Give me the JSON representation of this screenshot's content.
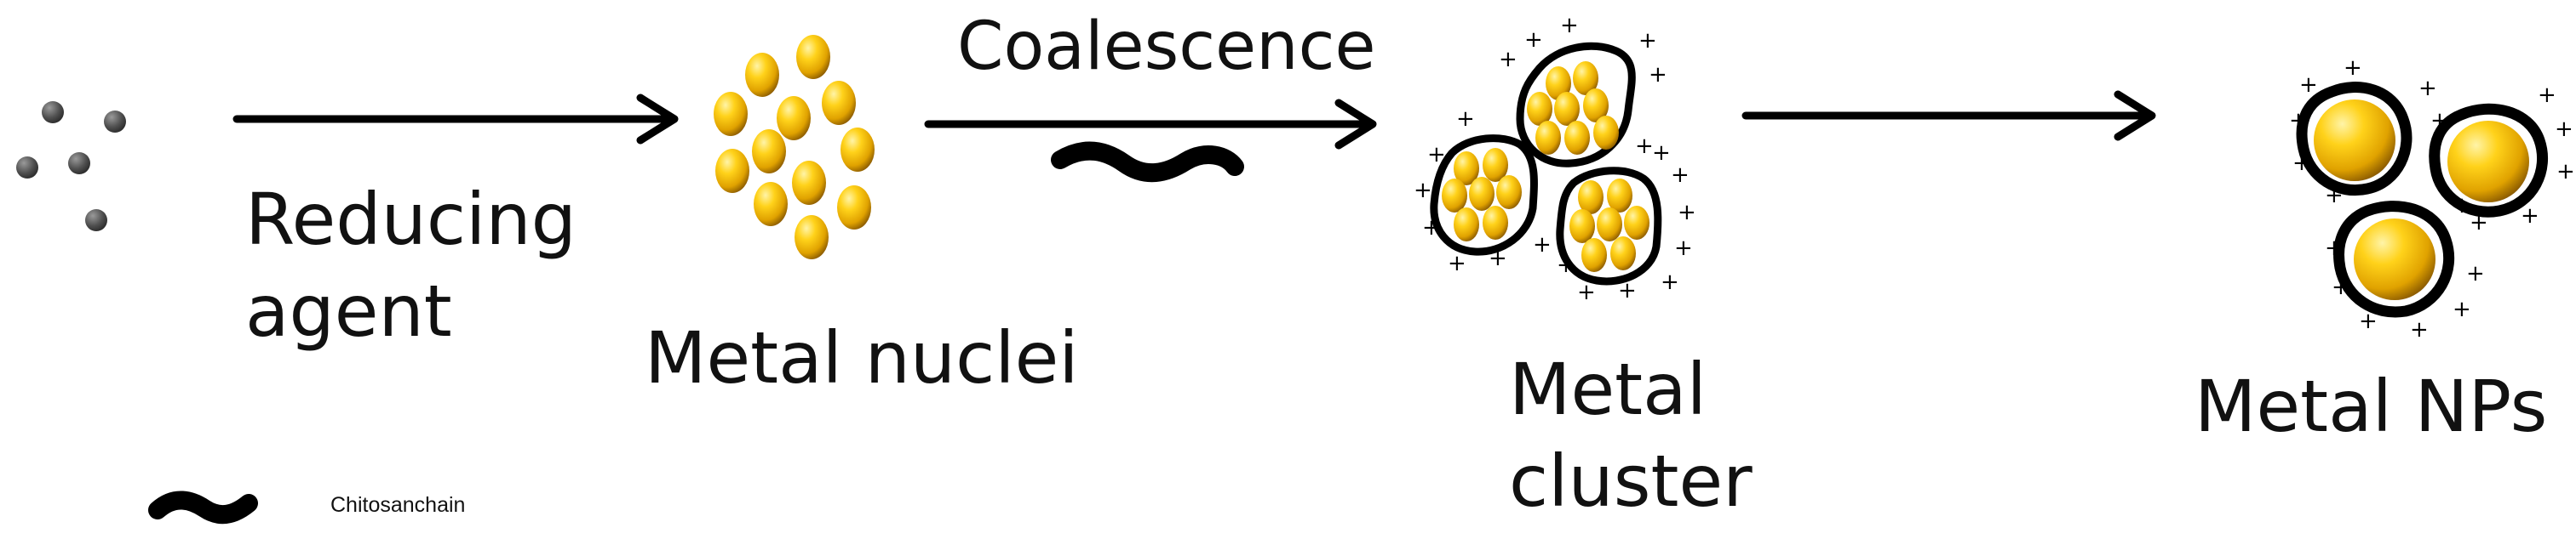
{
  "labels": {
    "reducing_agent": "Reducing\nagent",
    "coalescence": "Coalescence",
    "metal_nuclei": "Metal nuclei",
    "metal_cluster": "Metal\ncluster",
    "metal_nps": "Metal NPs",
    "chitosan_chain": "Chitosanchain"
  },
  "colors": {
    "ion": "#555555",
    "gold_light": "#ffe066",
    "gold_dark": "#b07800",
    "ink": "#000000"
  },
  "symbols": {
    "charge": "+"
  },
  "icons": [
    "metal-ion-icon",
    "gold-nucleus-icon",
    "chitosan-chain-icon",
    "charge-plus-icon",
    "arrow-icon"
  ]
}
